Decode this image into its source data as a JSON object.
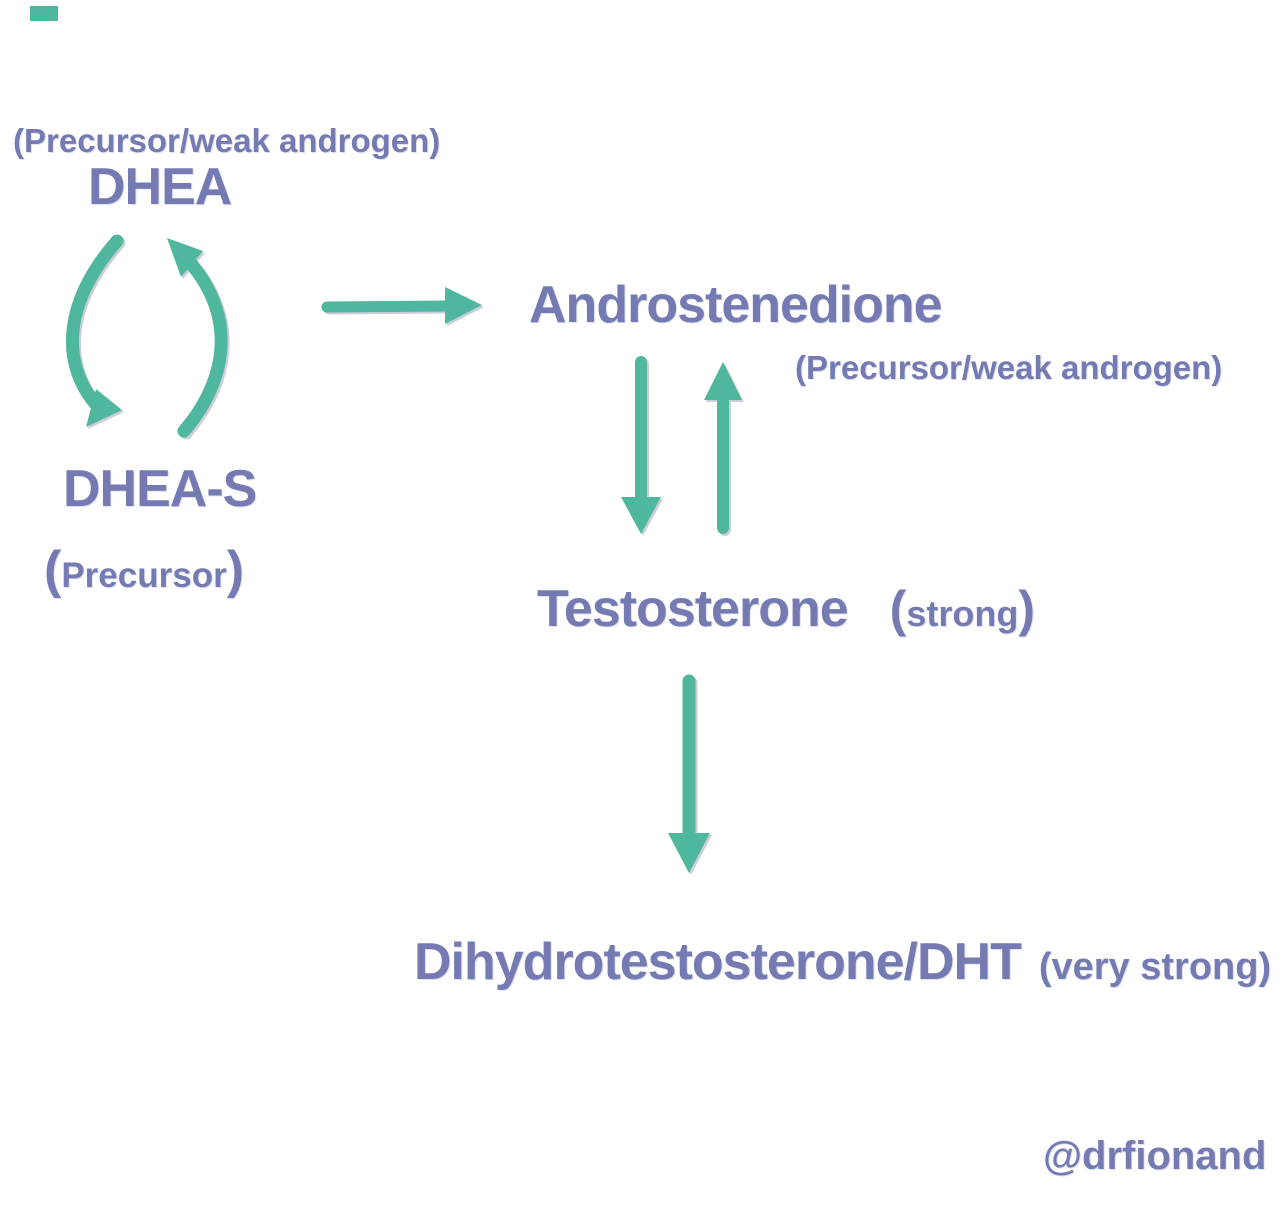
{
  "colors": {
    "text": "#757AB2",
    "arrow": "#4FB79D",
    "background": "#FFFFFF"
  },
  "nodes": {
    "dhea": {
      "label": "DHEA",
      "annotation": "(Precursor/weak androgen)"
    },
    "dhea_s": {
      "label": "DHEA-S",
      "annotation_open": "(",
      "annotation_text": "Precursor",
      "annotation_close": ")"
    },
    "androstenedione": {
      "label": "Androstenedione",
      "annotation": "(Precursor/weak androgen)"
    },
    "testosterone": {
      "label": "Testosterone",
      "strength_open": "(",
      "strength_text": "strong",
      "strength_close": ")"
    },
    "dht": {
      "label": "Dihydrotestosterone/DHT",
      "strength": "(very strong)"
    }
  },
  "edges": [
    {
      "from": "DHEA",
      "to": "DHEA-S",
      "style": "curved-down"
    },
    {
      "from": "DHEA-S",
      "to": "DHEA",
      "style": "curved-up"
    },
    {
      "from": "DHEA",
      "to": "Androstenedione",
      "style": "straight-right"
    },
    {
      "from": "Androstenedione",
      "to": "Testosterone",
      "style": "straight-down"
    },
    {
      "from": "Testosterone",
      "to": "Androstenedione",
      "style": "straight-up"
    },
    {
      "from": "Testosterone",
      "to": "Dihydrotestosterone/DHT",
      "style": "straight-down"
    }
  ],
  "watermark": "@drfionand"
}
